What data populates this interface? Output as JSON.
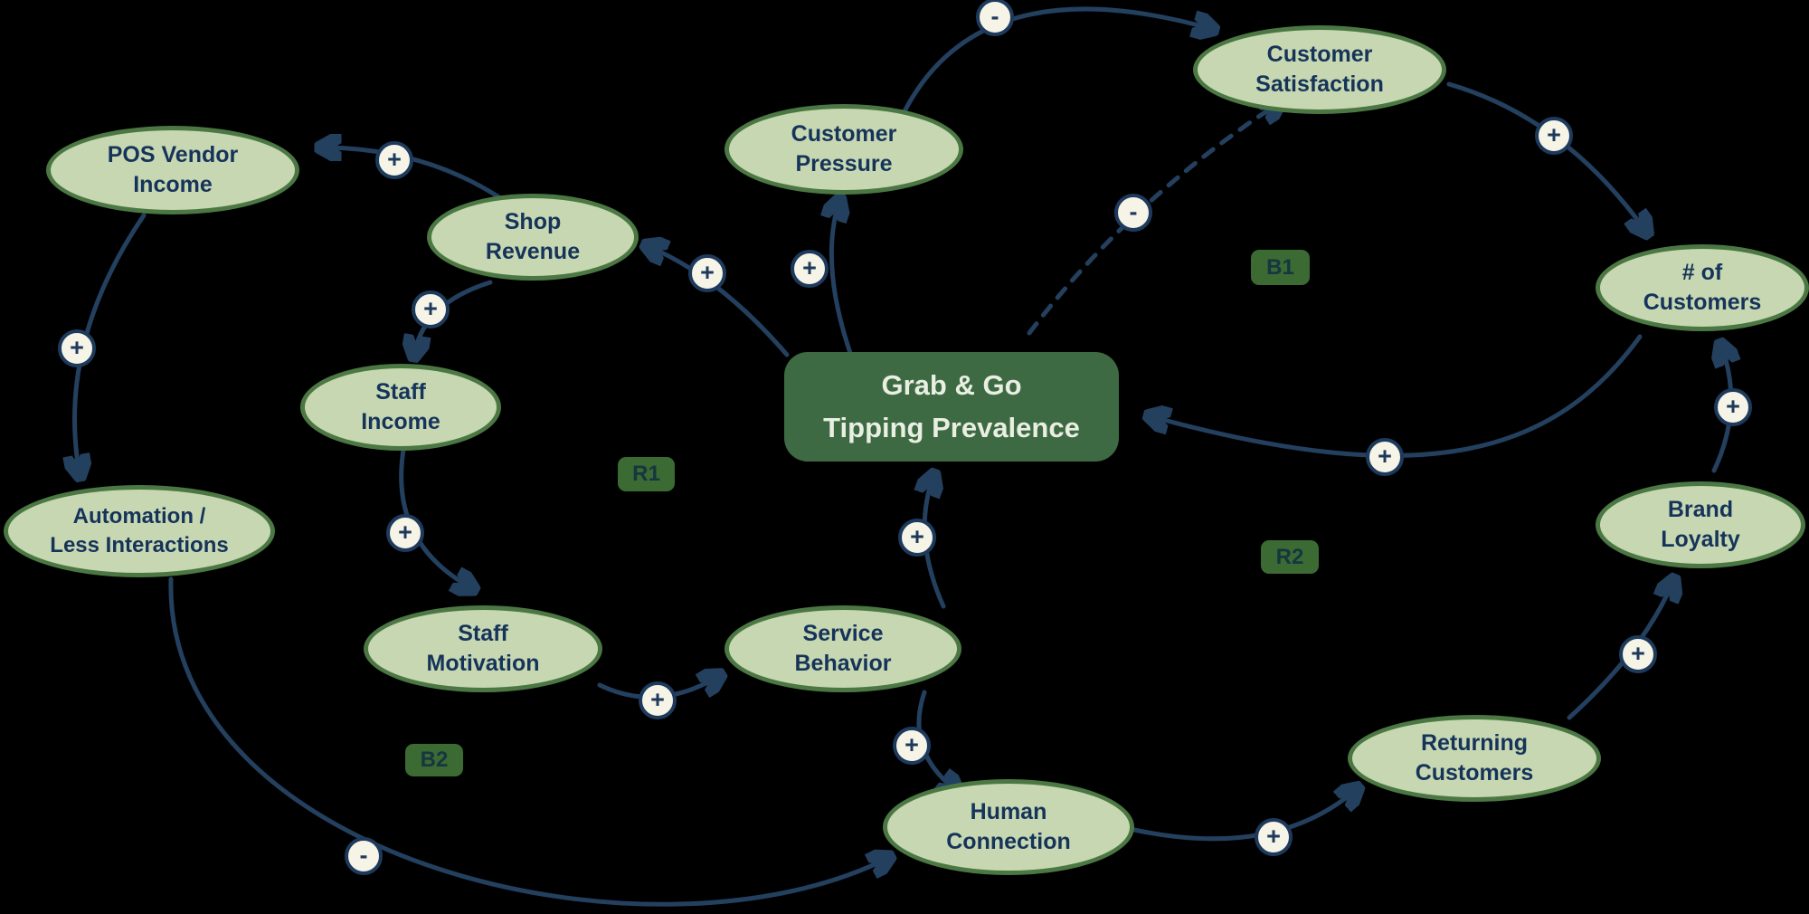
{
  "diagram_title": "Grab & Go Tipping Prevalence",
  "central_node": {
    "id": "grab-go-tipping-prevalence",
    "lines": [
      "Grab & Go",
      "Tipping Prevalence"
    ]
  },
  "nodes": [
    {
      "id": "pos-vendor-income",
      "lines": [
        "POS Vendor",
        "Income"
      ]
    },
    {
      "id": "shop-revenue",
      "lines": [
        "Shop",
        "Revenue"
      ]
    },
    {
      "id": "customer-pressure",
      "lines": [
        "Customer",
        "Pressure"
      ]
    },
    {
      "id": "customer-satisfaction",
      "lines": [
        "Customer",
        "Satisfaction"
      ]
    },
    {
      "id": "num-customers",
      "lines": [
        "# of",
        "Customers"
      ]
    },
    {
      "id": "staff-income",
      "lines": [
        "Staff",
        "Income"
      ]
    },
    {
      "id": "automation-less-interactions",
      "lines": [
        "Automation /",
        "Less Interactions"
      ]
    },
    {
      "id": "staff-motivation",
      "lines": [
        "Staff",
        "Motivation"
      ]
    },
    {
      "id": "service-behavior",
      "lines": [
        "Service",
        "Behavior"
      ]
    },
    {
      "id": "human-connection",
      "lines": [
        "Human",
        "Connection"
      ]
    },
    {
      "id": "returning-customers",
      "lines": [
        "Returning",
        "Customers"
      ]
    },
    {
      "id": "brand-loyalty",
      "lines": [
        "Brand",
        "Loyalty"
      ]
    }
  ],
  "connectors": [
    {
      "from": "grab-go-tipping-prevalence",
      "to": "shop-revenue",
      "sign": "+",
      "style": "solid"
    },
    {
      "from": "grab-go-tipping-prevalence",
      "to": "customer-pressure",
      "sign": "+",
      "style": "solid"
    },
    {
      "from": "customer-pressure",
      "to": "customer-satisfaction",
      "sign": "-",
      "style": "solid"
    },
    {
      "from": "grab-go-tipping-prevalence",
      "to": "customer-satisfaction",
      "sign": "-",
      "style": "dashed"
    },
    {
      "from": "customer-satisfaction",
      "to": "num-customers",
      "sign": "+",
      "style": "solid"
    },
    {
      "from": "num-customers",
      "to": "grab-go-tipping-prevalence",
      "sign": "+",
      "style": "solid"
    },
    {
      "from": "brand-loyalty",
      "to": "num-customers",
      "sign": "+",
      "style": "solid"
    },
    {
      "from": "returning-customers",
      "to": "brand-loyalty",
      "sign": "+",
      "style": "solid"
    },
    {
      "from": "human-connection",
      "to": "returning-customers",
      "sign": "+",
      "style": "solid"
    },
    {
      "from": "service-behavior",
      "to": "human-connection",
      "sign": "+",
      "style": "solid"
    },
    {
      "from": "service-behavior",
      "to": "grab-go-tipping-prevalence",
      "sign": "+",
      "style": "solid"
    },
    {
      "from": "staff-motivation",
      "to": "service-behavior",
      "sign": "+",
      "style": "solid"
    },
    {
      "from": "staff-income",
      "to": "staff-motivation",
      "sign": "+",
      "style": "solid"
    },
    {
      "from": "shop-revenue",
      "to": "staff-income",
      "sign": "+",
      "style": "solid"
    },
    {
      "from": "shop-revenue",
      "to": "pos-vendor-income",
      "sign": "+",
      "style": "solid"
    },
    {
      "from": "pos-vendor-income",
      "to": "automation-less-interactions",
      "sign": "+",
      "style": "solid"
    },
    {
      "from": "automation-less-interactions",
      "to": "human-connection",
      "sign": "-",
      "style": "solid"
    }
  ],
  "loop_labels": [
    {
      "label": "B1"
    },
    {
      "label": "R1"
    },
    {
      "label": "B2"
    },
    {
      "label": "R2"
    }
  ],
  "colors": {
    "background": "#000000",
    "node_fill": "#c6d7b1",
    "node_border": "#4b7743",
    "node_text": "#16345a",
    "central_fill": "#3d6a42",
    "central_text": "#e9efe2",
    "arrow": "#24405f",
    "badge_fill": "#f6f3e7",
    "badge_border": "#1d3a5c",
    "loop_label_fill": "#3b6a33"
  }
}
